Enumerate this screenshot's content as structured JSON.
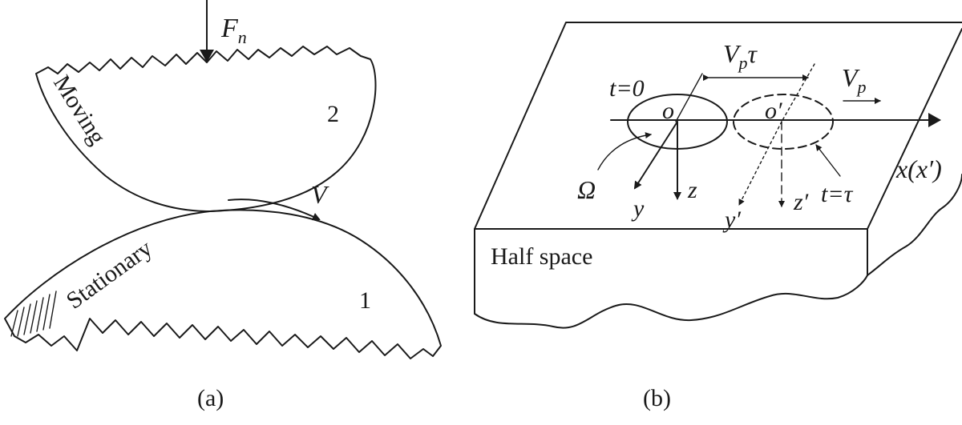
{
  "panel_a": {
    "caption": "(a)",
    "force_main": "F",
    "force_sub": "n",
    "label_moving": "Moving",
    "label_stationary": "Stationary",
    "body_upper": "2",
    "body_lower": "1",
    "velocity": "V"
  },
  "panel_b": {
    "caption": "(b)",
    "half_space": "Half space",
    "t0": "t=0",
    "t_tau": "t=τ",
    "vp_tau_main": "V",
    "vp_tau_sub": "p",
    "vp_tau_end": "τ",
    "vp_main": "V",
    "vp_sub": "p",
    "origin": "o",
    "origin_prime": "o′",
    "axis_x": "x(x′)",
    "axis_y": "y",
    "axis_z": "z",
    "axis_y_prime": "y′",
    "axis_z_prime": "z′",
    "omega": "Ω"
  }
}
